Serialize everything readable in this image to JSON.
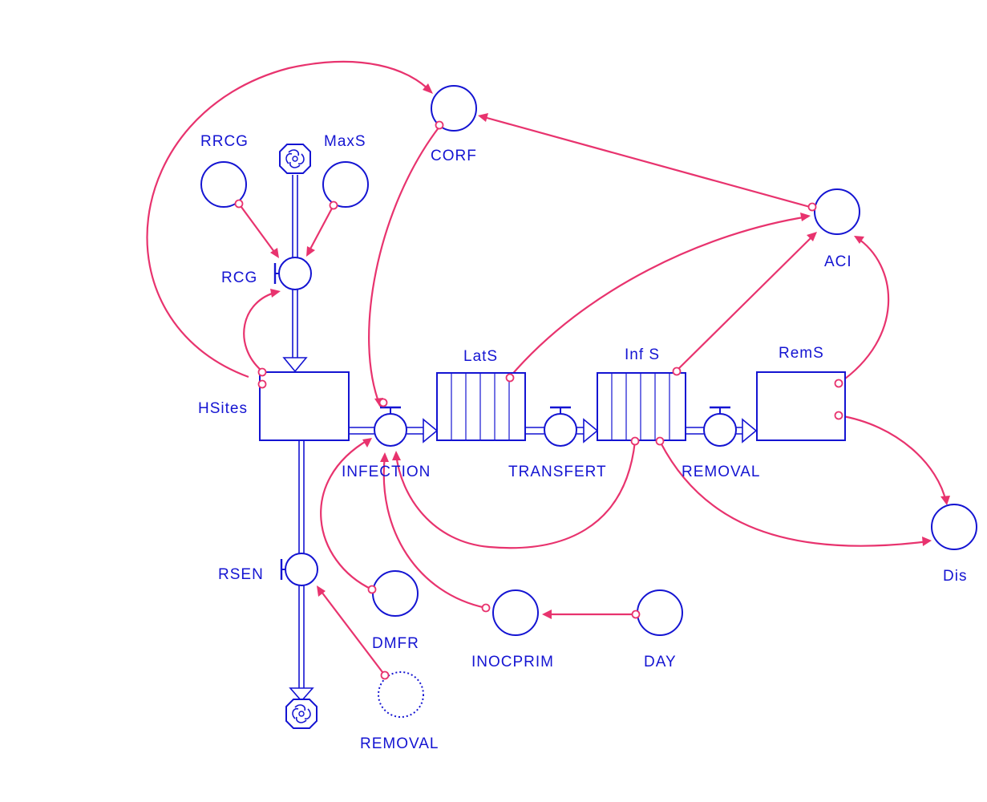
{
  "labels": {
    "rrcg": "RRCG",
    "maxs": "MaxS",
    "corf": "CORF",
    "rcg": "RCG",
    "aci": "ACI",
    "lats": "LatS",
    "infs": "Inf S",
    "rems": "RemS",
    "hsites": "HSites",
    "infection": "INFECTION",
    "transfert": "TRANSFERT",
    "removal_flow": "REMOVAL",
    "rsen": "RSEN",
    "dmfr": "DMFR",
    "inocprim": "INOCPRIM",
    "day": "DAY",
    "dis": "Dis",
    "removal_ghost": "REMOVAL"
  },
  "colors": {
    "stock_and_flow": "#1414d2",
    "connector": "#e8336e"
  },
  "icons": {
    "source": "cloud-source-icon",
    "sink": "cloud-sink-icon"
  }
}
